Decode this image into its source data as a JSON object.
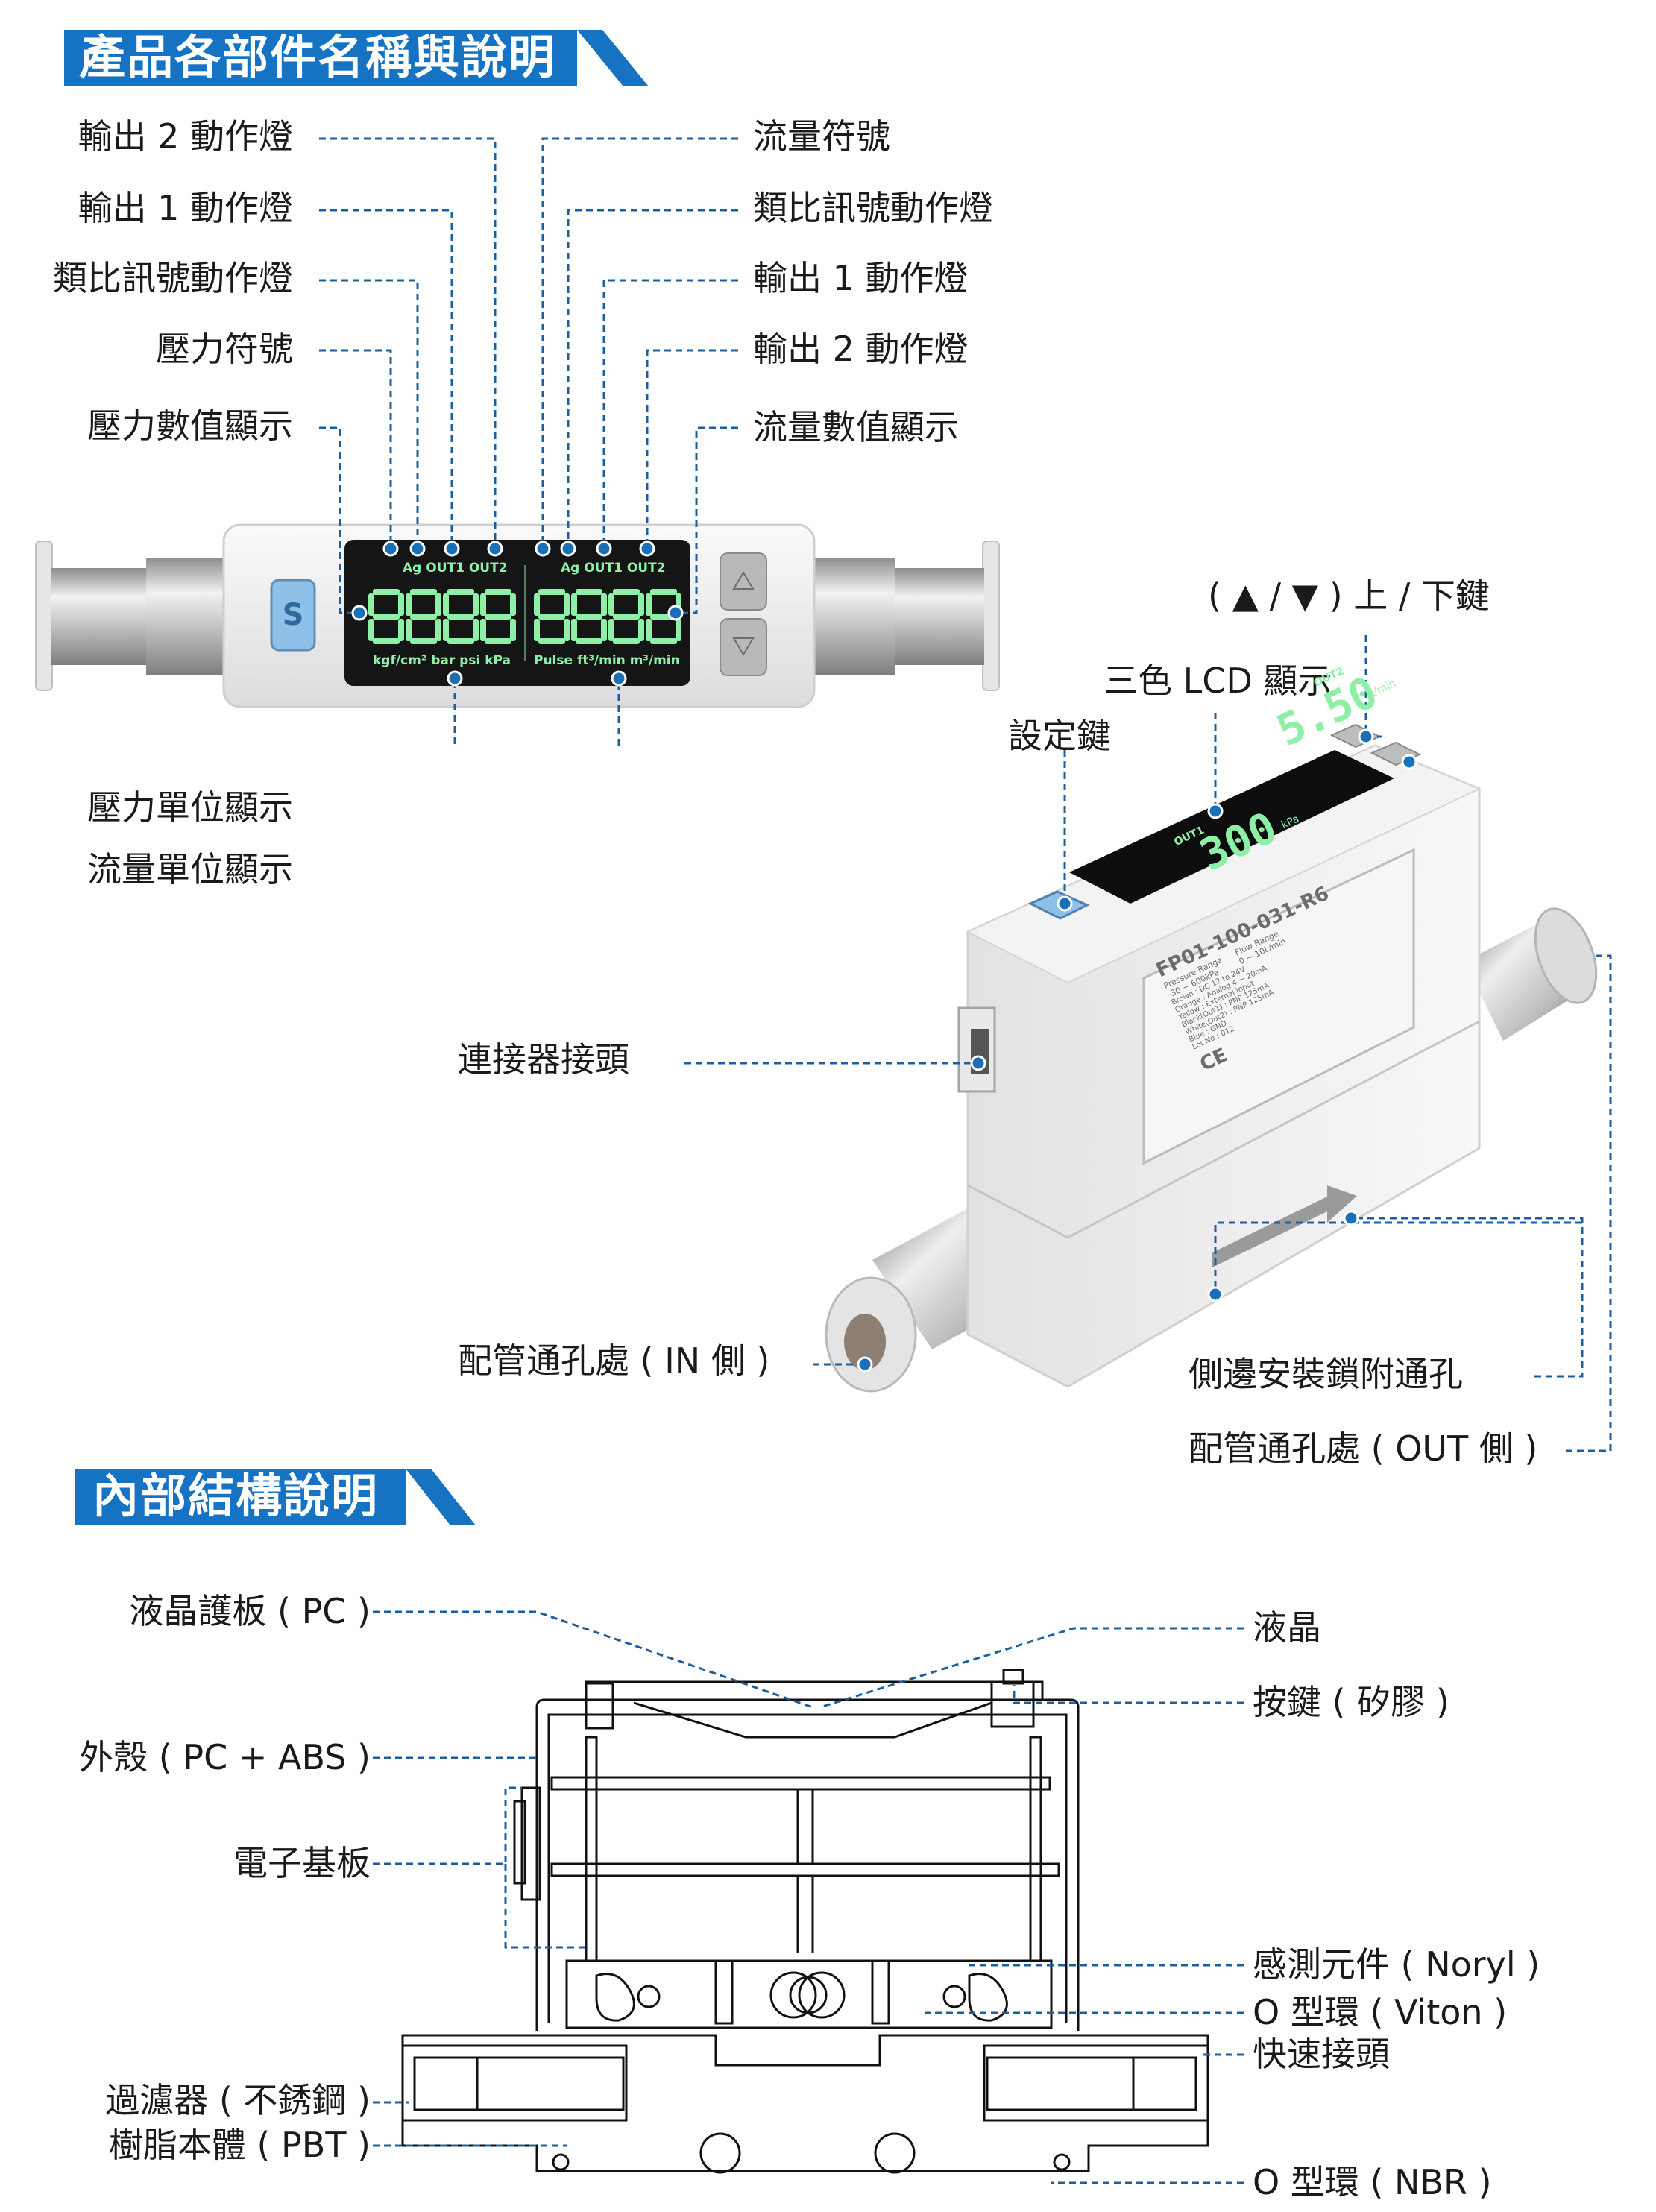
{
  "sections": {
    "parts_title": "產品各部件名稱與說明",
    "internal_title": "內部結構說明"
  },
  "front_panel": {
    "left_labels": [
      "輸出 2 動作燈",
      "輸出 1 動作燈",
      "類比訊號動作燈",
      "壓力符號",
      "壓力數值顯示"
    ],
    "right_labels": [
      "流量符號",
      "類比訊號動作燈",
      "輸出 1 動作燈",
      "輸出 2 動作燈",
      "流量數值顯示"
    ],
    "bottom_labels": [
      "壓力單位顯示",
      "流量單位顯示"
    ],
    "lcd": {
      "left_indicators": "Ag OUT1 OUT2",
      "right_indicators": "Ag OUT1 OUT2",
      "left_digits": "8888",
      "right_digits": "8888",
      "left_units": "kgf/cm² bar psi kPa",
      "right_units": "Pulse ft³/min m³/min",
      "set_key": "S"
    }
  },
  "device_view": {
    "updown_key": "( ▲ / ▼ ) 上 / 下鍵",
    "lcd_label": "三色 LCD 顯示",
    "set_key_label": "設定鍵",
    "connector_label": "連接器接頭",
    "in_port_label": "配管通孔處 ( IN 側 )",
    "mount_hole_label": "側邊安裝鎖附通孔",
    "out_port_label": "配管通孔處 ( OUT 側 )",
    "lcd_out1": "OUT1",
    "lcd_out2": "OUT2",
    "lcd_value_left": "300",
    "lcd_value_right": "5.50",
    "lcd_unit_left": "kPa",
    "lcd_unit_right": "L/min",
    "model": "FP01-100-031-R6",
    "pressure_range": "Pressure Range",
    "pressure_value": "-30 ~ 600kPa",
    "flow_range": "Flow Range",
    "flow_value": "0 ~ 10L/min",
    "spec_lines": [
      "Brown : DC 12 to 24V",
      "Orange : Analog 4 ~ 20mA",
      "Yellow : External input",
      "Black(Out1) : PNP 125mA",
      "White(Out2) : PNP 125mA",
      "Blue : GND",
      "Lot No : 012"
    ],
    "ce_mark": "CE"
  },
  "internal": {
    "left_labels": [
      "液晶護板 ( PC )",
      "外殼 ( PC + ABS )",
      "電子基板",
      "過濾器 ( 不銹鋼 )",
      "樹脂本體 ( PBT )"
    ],
    "right_labels": [
      "液晶",
      "按鍵 ( 矽膠 )",
      "感測元件 ( Noryl )",
      "O 型環 ( Viton )",
      "快速接頭",
      "O 型環 ( NBR )"
    ]
  },
  "colors": {
    "banner": "#1673c4",
    "leader": "#1d5f9e",
    "lcd_segment": "#8ef0a6",
    "key_blue": "#8fc1e8"
  }
}
